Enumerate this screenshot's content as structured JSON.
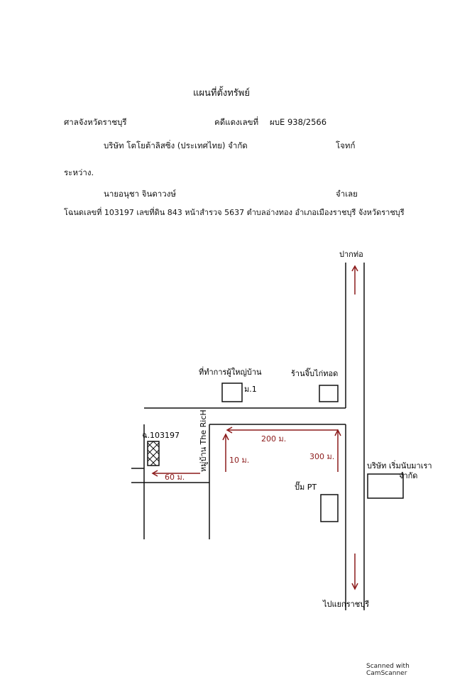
{
  "header": {
    "title": "แผนที่ตั้งทรัพย์",
    "court": "ศาลจังหวัดราชบุรี",
    "case_label": "คดีแดงเลขที่",
    "case_number": "ผบE 938/2566",
    "plaintiff": "บริษัท โตโยต้าลิสซิ่ง (ประเทศไทย) จำกัด",
    "plaintiff_role": "โจทก์",
    "between": "ระหว่าง.",
    "defendant": "นายอนุชา จินดาวงษ์",
    "defendant_role": "จำเลย",
    "deed_line": "โฉนดเลขที่ 103197 เลขที่ดิน 843 หน้าสำรวจ 5637 ตำบลอ่างทอง อำเภอเมืองราชบุรี จังหวัดราชบุรี"
  },
  "map": {
    "north_label": "ปากท่อ",
    "south_label": "ไปแยกราชบุรี",
    "left_landmark": "ที่ทำการผู้ใหญ่บ้าน",
    "left_landmark_suffix": "ม.1",
    "right_landmark": "ร้านจิ๊บไก่ทอด",
    "plot_label": "ฉ.103197",
    "village_label": "หมู่บ้าน The RicH",
    "distance_horizontal": "200 ม.",
    "distance_vertical_left": "10 ม.",
    "distance_vertical_right": "300 ม.",
    "distance_plot": "60 ม.",
    "gas_station": "ปั๊ม PT",
    "company_label": "บริษัท เริ่มนับมาเรา",
    "company_suffix": "จำกัด",
    "ink_color": "#8b1a1a"
  },
  "footer": {
    "scanner": "Scanned with CamScanner"
  }
}
